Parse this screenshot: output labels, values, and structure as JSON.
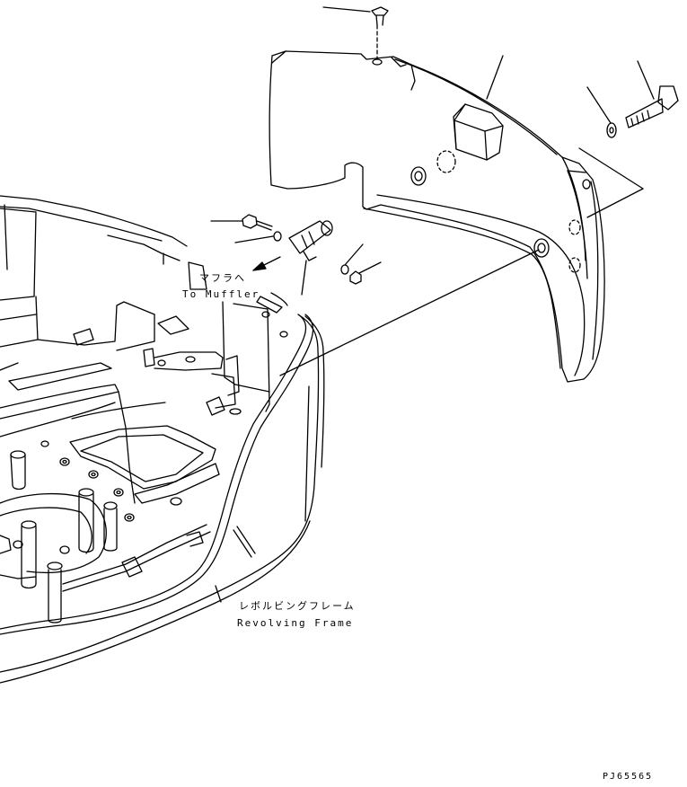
{
  "labels": {
    "to_muffler_jp": "マフラへ",
    "to_muffler_en": "To Muffler",
    "revolving_frame_jp": "レボルビングフレーム",
    "revolving_frame_en": "Revolving Frame",
    "drawing_code": "PJ65565"
  },
  "colors": {
    "line": "#000000",
    "background": "#ffffff"
  }
}
